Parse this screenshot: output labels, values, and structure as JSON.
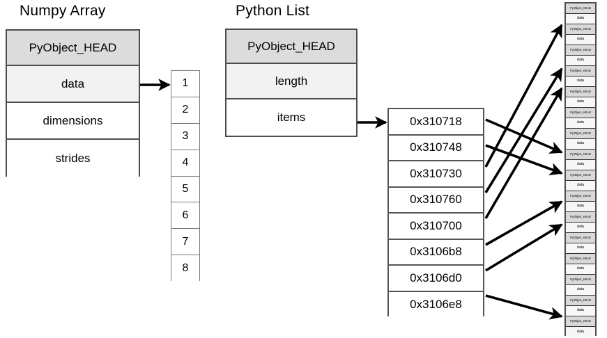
{
  "diagram": {
    "title_numpy": "Numpy Array",
    "title_list": "Python List",
    "numpy_struct": {
      "rows": [
        {
          "label": "PyObject_HEAD",
          "style": "head"
        },
        {
          "label": "data",
          "style": "alt"
        },
        {
          "label": "dimensions",
          "style": "plain"
        },
        {
          "label": "strides",
          "style": "plain"
        }
      ]
    },
    "list_struct": {
      "rows": [
        {
          "label": "PyObject_HEAD",
          "style": "head"
        },
        {
          "label": "length",
          "style": "alt"
        },
        {
          "label": "items",
          "style": "plain"
        }
      ]
    },
    "array_cells": [
      "1",
      "2",
      "3",
      "4",
      "5",
      "6",
      "7",
      "8"
    ],
    "pointer_cells": [
      "0x310718",
      "0x310748",
      "0x310730",
      "0x310760",
      "0x310700",
      "0x3106b8",
      "0x3106d0",
      "0x3106e8"
    ],
    "object_blocks": {
      "count": 16,
      "head_label": "PyObject_HEAD",
      "data_label": "data"
    },
    "colors": {
      "head_fill": "#dcdcdc",
      "alt_fill": "#f2f2f2",
      "border": "#4d4d4d",
      "arrow": "#000000",
      "background": "#ffffff"
    }
  }
}
